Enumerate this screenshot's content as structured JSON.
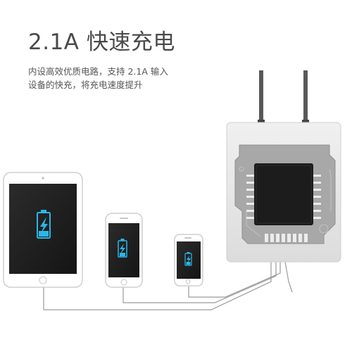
{
  "headline": "2.1A 快速充电",
  "description": {
    "line1": "内设高效优质电路，支持 2.1A 输入",
    "line2": "设备的快充，将充电速度提升"
  },
  "colors": {
    "battery_accent": "#2ab7e8",
    "charger_body": "#e6e6e6",
    "pcb": "#a9a9a9",
    "chip": "#1c1c1c",
    "trace": "#9a9a9a"
  },
  "icons": {
    "battery": "battery-charging-icon"
  }
}
